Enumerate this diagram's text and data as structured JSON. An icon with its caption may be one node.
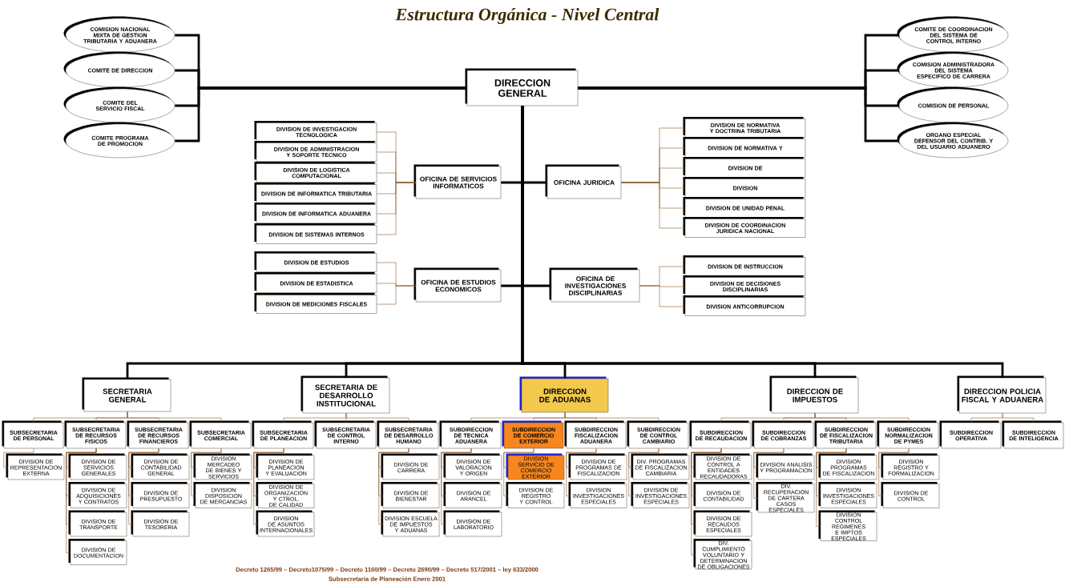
{
  "diagram": {
    "title": "Estructura Orgánica - Nivel Central",
    "nodes": [
      {
        "text": [
          "DIRECCION GENERAL"
        ]
      },
      {
        "text": [
          "COMISION NACIONAL MIXTA DE GESTION TRIBUTARIA Y ADUANERA"
        ]
      },
      {
        "text": [
          "COMITE DE DIRECCION"
        ]
      },
      {
        "text": [
          "COMITE DEL SERVICIO FISCAL"
        ]
      },
      {
        "text": [
          "COMITE PROGRAMA DE PROMOCION"
        ]
      },
      {
        "text": [
          "COMITE DE COORDINACION DEL SISTEMA DE CONTROL INTERNO"
        ]
      },
      {
        "text": [
          "COMISION ADMINISTRADORA DEL SISTEMA ESPECIFICO DE CARRERA"
        ]
      },
      {
        "text": [
          "COMISION DE PERSONAL"
        ]
      },
      {
        "text": [
          "ORGANO ESPECIAL DEFENSOR DEL CONTRIB. Y DEL USUARIO ADUANERO"
        ]
      },
      {
        "text": [
          "OFICINA DE SERVICIOS INFORMATICOS"
        ]
      },
      {
        "text": [
          "DIVISION DE INVESTIGACION TECNOLOGICA"
        ]
      },
      {
        "text": [
          "DIVISION DE ADMINISTRACION Y SOPORTE TECNICO"
        ]
      },
      {
        "text": [
          "DIVISION DE LOGISTICA COMPUTACIONAL"
        ]
      },
      {
        "text": [
          "DIVISION DE INFORMATICA TRIBUTARIA"
        ]
      },
      {
        "text": [
          "DIVISION DE INFORMATICA ADUANERA"
        ]
      },
      {
        "text": [
          "DIVISION DE SISTEMAS INTERNOS"
        ]
      },
      {
        "text": [
          "OFICINA JURIDICA"
        ]
      },
      {
        "text": [
          "DIVISION DE NORMATIVA Y DOCTRINA TRIBUTARIA"
        ]
      },
      {
        "text": [
          "DIVISION DE NORMATIVA Y"
        ]
      },
      {
        "text": [
          "DIVISION DE"
        ]
      },
      {
        "text": [
          "DIVISION"
        ]
      },
      {
        "text": [
          "DIVISION DE UNIDAD PENAL"
        ]
      },
      {
        "text": [
          "DIVISION DE COORDINACION JURIDICA NACIONAL"
        ]
      },
      {
        "text": [
          "OFICINA DE ESTUDIOS ECONOMICOS"
        ]
      },
      {
        "text": [
          "DIVISION DE ESTUDIOS"
        ]
      },
      {
        "text": [
          "DIVISION DE ESTADISTICA"
        ]
      },
      {
        "text": [
          "DIVISION DE MEDICIONES FISCALES"
        ]
      },
      {
        "text": [
          "OFICINA DE INVESTIGACIONES DISCIPLINARIAS"
        ]
      },
      {
        "text": [
          "DIVISION DE INSTRUCCION"
        ]
      },
      {
        "text": [
          "DIVISION DE DECISIONES DISCIPLINARIAS"
        ]
      },
      {
        "text": [
          "DIVISION ANTICORRUPCION"
        ]
      },
      {
        "text": [
          "SECRETARIA GENERAL"
        ]
      },
      {
        "text": [
          "SUBSECRETARIA DE PERSONAL"
        ]
      },
      {
        "text": [
          "DIVISION DE REPRESENTACION EXTERNA"
        ]
      },
      {
        "text": [
          "SUBSECRETARIA DE RECURSOS FISICOS"
        ]
      },
      {
        "text": [
          "DIVISION DE SERVICIOS GENERALES"
        ]
      },
      {
        "text": [
          "DIVISION DE ADQUISICIONES Y CONTRATOS"
        ]
      },
      {
        "text": [
          "DIVISION DE TRANSPORTE"
        ]
      },
      {
        "text": [
          "DIVISION DE DOCUMENTACION"
        ]
      },
      {
        "text": [
          "SUBSECRETARIA DE RECURSOS FINANCIEROS"
        ]
      },
      {
        "text": [
          "DIVISION DE CONTABILIDAD GENERAL"
        ]
      },
      {
        "text": [
          "DIVISION DE PRESUPUESTO"
        ]
      },
      {
        "text": [
          "DIVISION DE TESORERIA"
        ]
      },
      {
        "text": [
          "SUBSECRETARIA COMERCIAL"
        ]
      },
      {
        "text": [
          "DIVISION MERCADEO DE BIENES Y SERVICIOS"
        ]
      },
      {
        "text": [
          "DIVISION DISPOSICION DE MERCANCIAS"
        ]
      },
      {
        "text": [
          "SECRETARIA DE DESARROLLO INSTITUCIONAL"
        ]
      },
      {
        "text": [
          "SUBSECRETARIA DE PLANEACION"
        ]
      },
      {
        "text": [
          "DIVISION DE PLANEACION Y EVALUACION"
        ]
      },
      {
        "text": [
          "DIVISION DE ORGANIZACION Y CTROL. DE CALIDAD"
        ]
      },
      {
        "text": [
          "DIVISION DE ASUNTOS INTERNACIONALES"
        ]
      },
      {
        "text": [
          "SUBSECRETARIA DE CONTROL INTERNO"
        ]
      },
      {
        "text": [
          "SUBSECRETARIA DE DESARROLLO HUMANO"
        ]
      },
      {
        "text": [
          "DIVISION DE CARRERA"
        ]
      },
      {
        "text": [
          "DIVISION DE BIENESTAR"
        ]
      },
      {
        "text": [
          "DIVISION ESCUELA DE IMPUESTOS Y ADUANAS"
        ]
      },
      {
        "text": [
          "DIRECCION DE ADUANAS"
        ]
      },
      {
        "text": [
          "SUBDIRECCION DE TECNICA ADUANERA"
        ]
      },
      {
        "text": [
          "DIVISION DE VALORACION Y ORIGEN"
        ]
      },
      {
        "text": [
          "DIVISION DE ARANCEL"
        ]
      },
      {
        "text": [
          "DIVISION DE LABORATORIO"
        ]
      },
      {
        "text": [
          "SUBDIRECCION DE COMERCIO EXTERIOR"
        ]
      },
      {
        "text": [
          "DIVISION SERVICIO DE COMERCIO EXTERIOR"
        ]
      },
      {
        "text": [
          "DIVISION DE REGISTRO Y CONTROL"
        ]
      },
      {
        "text": [
          "SUBDIRECCION FISCALIZACION ADUANERA"
        ]
      },
      {
        "text": [
          "DIVISION DE PROGRAMAS DE FISCALIZACION"
        ]
      },
      {
        "text": [
          "DIVISION INVESTIGACIONES ESPECIALES"
        ]
      },
      {
        "text": [
          "SUBDIRECCION DE CONTROL CAMBIARIO"
        ]
      },
      {
        "text": [
          "DIV. PROGRAMAS DE FISCALIZACION CAMBIARIA"
        ]
      },
      {
        "text": [
          "DIVISION DE INVESTIGACIONES ESPECIALES"
        ]
      },
      {
        "text": [
          "DIRECCION DE IMPUESTOS"
        ]
      },
      {
        "text": [
          "SUBDIRECCION DE RECAUDACION"
        ]
      },
      {
        "text": [
          "DIVISION DE CONTROL A ENTIDADES RECAUDADORAS"
        ]
      },
      {
        "text": [
          "DIVISION DE CONTABILIDAD"
        ]
      },
      {
        "text": [
          "DIVISION DE RECAUDOS ESPECIALES"
        ]
      },
      {
        "text": [
          "DIV. CUMPLIMIENTO VOLUNTARIO Y DETERMINACION DE OBLIGACIONES"
        ]
      },
      {
        "text": [
          "SUBDIRECCION DE COBRANZAS"
        ]
      },
      {
        "text": [
          "DIVISION ANALISIS Y PROGRAMACION"
        ]
      },
      {
        "text": [
          "DIV. RECUPERACION DE CARTERA CASOS ESPECIALES"
        ]
      },
      {
        "text": [
          "SUBDIRECCION DE FISCALIZACION TRIBUTARIA"
        ]
      },
      {
        "text": [
          "DIVISION PROGRAMAS DE FISCALIZACION"
        ]
      },
      {
        "text": [
          "DIVISION INVESTIGACIONES ESPECIALES"
        ]
      },
      {
        "text": [
          "DIVISION CONTROL REGIMENES E IMPTOS ESPECIALES"
        ]
      },
      {
        "text": [
          "SUBDIRECCION NORMALIZACION DE PYMES"
        ]
      },
      {
        "text": [
          "DIVISION REGISTRO Y FORMALIZACION"
        ]
      },
      {
        "text": [
          "DIVISION DE CONTROL"
        ]
      },
      {
        "text": [
          "DIRECCION POLICIA FISCAL Y ADUANERA"
        ]
      },
      {
        "text": [
          "SUBDIRECCION OPERATIVA"
        ]
      },
      {
        "text": [
          "SUBDIRECCION DE INTELIGENCIA"
        ]
      }
    ],
    "edges": [
      {
        "from": 0,
        "to": 1,
        "arrow": "none",
        "style": "thick",
        "color": "#000000"
      },
      {
        "from": 0,
        "to": 2,
        "arrow": "none",
        "style": "thick",
        "color": "#000000"
      },
      {
        "from": 0,
        "to": 3,
        "arrow": "none",
        "style": "thick",
        "color": "#000000"
      },
      {
        "from": 0,
        "to": 4,
        "arrow": "none",
        "style": "thick",
        "color": "#000000"
      },
      {
        "from": 0,
        "to": 5,
        "arrow": "none",
        "style": "thick",
        "color": "#000000"
      },
      {
        "from": 0,
        "to": 6,
        "arrow": "none",
        "style": "thick",
        "color": "#000000"
      },
      {
        "from": 0,
        "to": 7,
        "arrow": "none",
        "style": "thick",
        "color": "#000000"
      },
      {
        "from": 0,
        "to": 8,
        "arrow": "none",
        "style": "thick",
        "color": "#000000"
      },
      {
        "from": 0,
        "to": 9,
        "arrow": "none",
        "style": "thick",
        "color": "#000000"
      },
      {
        "from": 9,
        "to": 10,
        "arrow": "none"
      },
      {
        "from": 9,
        "to": 11,
        "arrow": "none"
      },
      {
        "from": 9,
        "to": 12,
        "arrow": "none"
      },
      {
        "from": 9,
        "to": 13,
        "arrow": "none"
      },
      {
        "from": 9,
        "to": 14,
        "arrow": "none"
      },
      {
        "from": 9,
        "to": 15,
        "arrow": "none"
      },
      {
        "from": 0,
        "to": 16,
        "arrow": "none",
        "style": "thick",
        "color": "#000000"
      },
      {
        "from": 16,
        "to": 17,
        "arrow": "none"
      },
      {
        "from": 16,
        "to": 18,
        "arrow": "none"
      },
      {
        "from": 16,
        "to": 19,
        "arrow": "none"
      },
      {
        "from": 16,
        "to": 20,
        "arrow": "none"
      },
      {
        "from": 16,
        "to": 21,
        "arrow": "none"
      },
      {
        "from": 16,
        "to": 22,
        "arrow": "none"
      },
      {
        "from": 0,
        "to": 23,
        "arrow": "none",
        "style": "thick",
        "color": "#000000"
      },
      {
        "from": 23,
        "to": 24,
        "arrow": "none"
      },
      {
        "from": 23,
        "to": 25,
        "arrow": "none"
      },
      {
        "from": 23,
        "to": 26,
        "arrow": "none"
      },
      {
        "from": 0,
        "to": 27,
        "arrow": "none",
        "style": "thick",
        "color": "#000000"
      },
      {
        "from": 27,
        "to": 28,
        "arrow": "none"
      },
      {
        "from": 27,
        "to": 29,
        "arrow": "none"
      },
      {
        "from": 27,
        "to": 30,
        "arrow": "none"
      },
      {
        "from": 0,
        "to": 31,
        "arrow": "none",
        "style": "thick",
        "color": "#000000"
      },
      {
        "from": 31,
        "to": 32,
        "arrow": "none"
      },
      {
        "from": 32,
        "to": 33,
        "arrow": "none"
      },
      {
        "from": 31,
        "to": 34,
        "arrow": "none"
      },
      {
        "from": 34,
        "to": 35,
        "arrow": "none"
      },
      {
        "from": 34,
        "to": 36,
        "arrow": "none"
      },
      {
        "from": 34,
        "to": 37,
        "arrow": "none"
      },
      {
        "from": 34,
        "to": 38,
        "arrow": "none"
      },
      {
        "from": 31,
        "to": 39,
        "arrow": "none"
      },
      {
        "from": 39,
        "to": 40,
        "arrow": "none"
      },
      {
        "from": 39,
        "to": 41,
        "arrow": "none"
      },
      {
        "from": 39,
        "to": 42,
        "arrow": "none"
      },
      {
        "from": 31,
        "to": 43,
        "arrow": "none"
      },
      {
        "from": 43,
        "to": 44,
        "arrow": "none"
      },
      {
        "from": 43,
        "to": 45,
        "arrow": "none"
      },
      {
        "from": 0,
        "to": 46,
        "arrow": "none",
        "style": "thick",
        "color": "#000000"
      },
      {
        "from": 46,
        "to": 47,
        "arrow": "none"
      },
      {
        "from": 47,
        "to": 48,
        "arrow": "none"
      },
      {
        "from": 47,
        "to": 49,
        "arrow": "none"
      },
      {
        "from": 47,
        "to": 50,
        "arrow": "none"
      },
      {
        "from": 46,
        "to": 51,
        "arrow": "none"
      },
      {
        "from": 46,
        "to": 52,
        "arrow": "none"
      },
      {
        "from": 52,
        "to": 53,
        "arrow": "none"
      },
      {
        "from": 52,
        "to": 54,
        "arrow": "none"
      },
      {
        "from": 52,
        "to": 55,
        "arrow": "none"
      },
      {
        "from": 0,
        "to": 56,
        "arrow": "none",
        "style": "thick",
        "color": "#000000"
      },
      {
        "from": 56,
        "to": 57,
        "arrow": "none"
      },
      {
        "from": 57,
        "to": 58,
        "arrow": "none"
      },
      {
        "from": 57,
        "to": 59,
        "arrow": "none"
      },
      {
        "from": 57,
        "to": 60,
        "arrow": "none"
      },
      {
        "from": 56,
        "to": 61,
        "arrow": "none"
      },
      {
        "from": 61,
        "to": 62,
        "arrow": "none"
      },
      {
        "from": 61,
        "to": 63,
        "arrow": "none"
      },
      {
        "from": 56,
        "to": 64,
        "arrow": "none"
      },
      {
        "from": 64,
        "to": 65,
        "arrow": "none"
      },
      {
        "from": 64,
        "to": 66,
        "arrow": "none"
      },
      {
        "from": 56,
        "to": 67,
        "arrow": "none"
      },
      {
        "from": 67,
        "to": 68,
        "arrow": "none"
      },
      {
        "from": 67,
        "to": 69,
        "arrow": "none"
      },
      {
        "from": 0,
        "to": 70,
        "arrow": "none",
        "style": "thick",
        "color": "#000000"
      },
      {
        "from": 70,
        "to": 71,
        "arrow": "none"
      },
      {
        "from": 71,
        "to": 72,
        "arrow": "none"
      },
      {
        "from": 71,
        "to": 73,
        "arrow": "none"
      },
      {
        "from": 71,
        "to": 74,
        "arrow": "none"
      },
      {
        "from": 71,
        "to": 75,
        "arrow": "none"
      },
      {
        "from": 70,
        "to": 76,
        "arrow": "none"
      },
      {
        "from": 76,
        "to": 77,
        "arrow": "none"
      },
      {
        "from": 76,
        "to": 78,
        "arrow": "none"
      },
      {
        "from": 70,
        "to": 79,
        "arrow": "none"
      },
      {
        "from": 79,
        "to": 80,
        "arrow": "none"
      },
      {
        "from": 79,
        "to": 81,
        "arrow": "none"
      },
      {
        "from": 79,
        "to": 82,
        "arrow": "none"
      },
      {
        "from": 70,
        "to": 83,
        "arrow": "none"
      },
      {
        "from": 83,
        "to": 84,
        "arrow": "none"
      },
      {
        "from": 83,
        "to": 85,
        "arrow": "none"
      },
      {
        "from": 0,
        "to": 86,
        "arrow": "none",
        "style": "thick",
        "color": "#000000"
      },
      {
        "from": 86,
        "to": 87,
        "arrow": "none"
      },
      {
        "from": 86,
        "to": 88,
        "arrow": "none"
      }
    ],
    "labels": [
      "Decreto 1265/99 – Decreto1075/99 – Decreto 1160/99 – Decreto 2690/99 – Decreto 517/2001 – ley 633/2000",
      "Subsecretaria de Planeación Enero 2001"
    ]
  }
}
